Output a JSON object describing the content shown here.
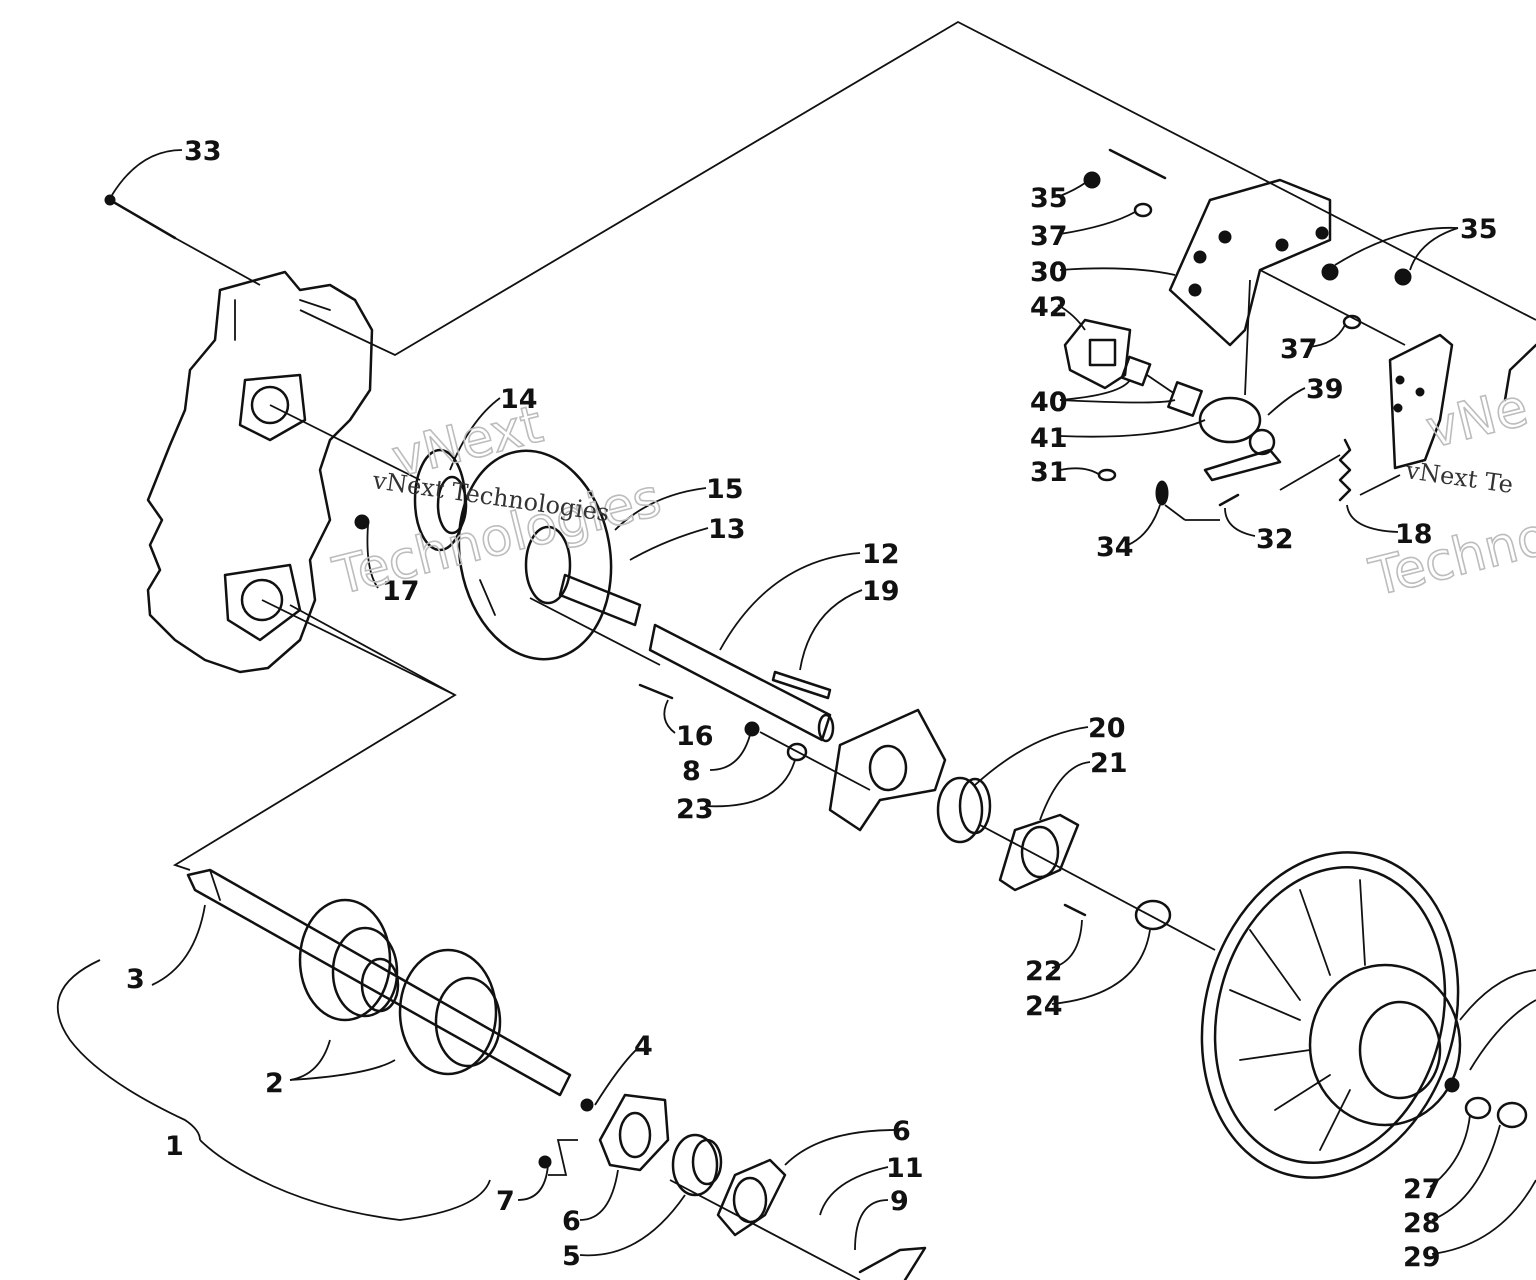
{
  "watermark": {
    "line1": "vNext",
    "line2": "Technologies",
    "inline": "vNext Technologies",
    "right_line1": "vNe",
    "right_inline": "vNext Te",
    "right_line2": "Techno"
  },
  "callouts": [
    {
      "id": "c1",
      "label": "1"
    },
    {
      "id": "c2",
      "label": "2"
    },
    {
      "id": "c3",
      "label": "3"
    },
    {
      "id": "c4",
      "label": "4"
    },
    {
      "id": "c5",
      "label": "5"
    },
    {
      "id": "c6a",
      "label": "6"
    },
    {
      "id": "c6b",
      "label": "6"
    },
    {
      "id": "c7",
      "label": "7"
    },
    {
      "id": "c8",
      "label": "8"
    },
    {
      "id": "c9",
      "label": "9"
    },
    {
      "id": "c11",
      "label": "11"
    },
    {
      "id": "c12",
      "label": "12"
    },
    {
      "id": "c13",
      "label": "13"
    },
    {
      "id": "c14",
      "label": "14"
    },
    {
      "id": "c15",
      "label": "15"
    },
    {
      "id": "c16",
      "label": "16"
    },
    {
      "id": "c17",
      "label": "17"
    },
    {
      "id": "c18",
      "label": "18"
    },
    {
      "id": "c19",
      "label": "19"
    },
    {
      "id": "c20",
      "label": "20"
    },
    {
      "id": "c21",
      "label": "21"
    },
    {
      "id": "c22",
      "label": "22"
    },
    {
      "id": "c23",
      "label": "23"
    },
    {
      "id": "c24",
      "label": "24"
    },
    {
      "id": "c27",
      "label": "27"
    },
    {
      "id": "c28",
      "label": "28"
    },
    {
      "id": "c29",
      "label": "29"
    },
    {
      "id": "c30",
      "label": "30"
    },
    {
      "id": "c31",
      "label": "31"
    },
    {
      "id": "c32",
      "label": "32"
    },
    {
      "id": "c33",
      "label": "33"
    },
    {
      "id": "c34",
      "label": "34"
    },
    {
      "id": "c35a",
      "label": "35"
    },
    {
      "id": "c35b",
      "label": "35"
    },
    {
      "id": "c37a",
      "label": "37"
    },
    {
      "id": "c37b",
      "label": "37"
    },
    {
      "id": "c39",
      "label": "39"
    },
    {
      "id": "c40",
      "label": "40"
    },
    {
      "id": "c41",
      "label": "41"
    },
    {
      "id": "c42",
      "label": "42"
    }
  ]
}
